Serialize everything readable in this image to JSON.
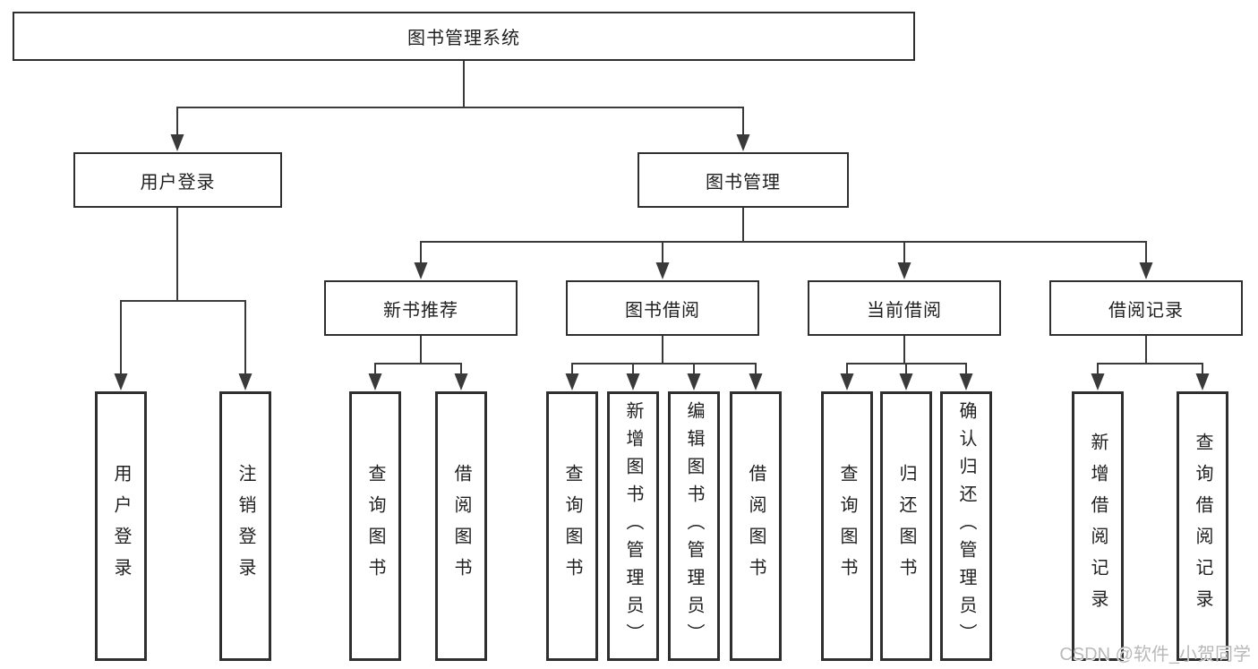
{
  "diagram": {
    "root": {
      "label": "图书管理系统",
      "children": [
        {
          "label": "用户登录",
          "children": [
            {
              "label": "用户登录"
            },
            {
              "label": "注销登录"
            }
          ]
        },
        {
          "label": "图书管理",
          "children": [
            {
              "label": "新书推荐",
              "children": [
                {
                  "label": "查询图书"
                },
                {
                  "label": "借阅图书"
                }
              ]
            },
            {
              "label": "图书借阅",
              "children": [
                {
                  "label": "查询图书"
                },
                {
                  "label": "新增图书（管理员）"
                },
                {
                  "label": "编辑图书（管理员）"
                },
                {
                  "label": "借阅图书"
                }
              ]
            },
            {
              "label": "当前借阅",
              "children": [
                {
                  "label": "查询图书"
                },
                {
                  "label": "归还图书"
                },
                {
                  "label": "确认归还（管理员）"
                }
              ]
            },
            {
              "label": "借阅记录",
              "children": [
                {
                  "label": "新增借阅记录"
                },
                {
                  "label": "查询借阅记录"
                }
              ]
            }
          ]
        }
      ]
    },
    "watermark": "CSDN @软件_小贺同学"
  },
  "colors": {
    "line": "#3a3a3a",
    "box_border": "#2f2f2f",
    "text": "#1f1f1f",
    "background": "#ffffff",
    "watermark": "#b9b9b9"
  }
}
